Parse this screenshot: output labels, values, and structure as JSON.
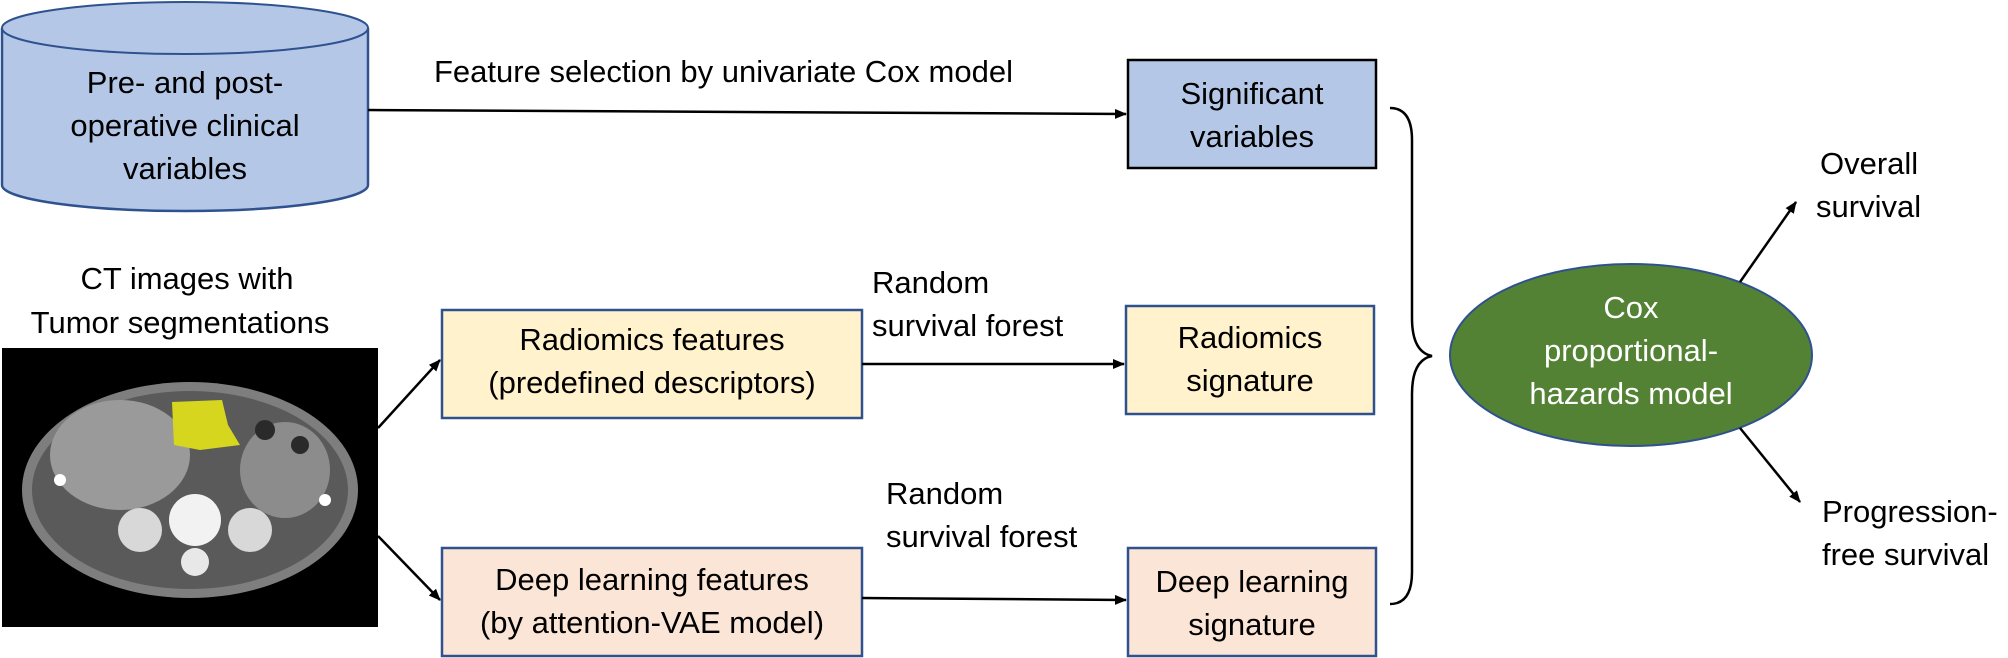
{
  "colors": {
    "blue_fill": "#b4c7e7",
    "blue_stroke": "#2f528f",
    "yellow_fill": "#fff2cc",
    "peach_fill": "#fbe5d6",
    "green_fill": "#548235",
    "ellipse_stroke": "#2f528f",
    "tumor": "#d6d61f"
  },
  "database": {
    "lines": [
      "Pre- and post-",
      "operative clinical",
      "variables"
    ]
  },
  "ct": {
    "caption_lines": [
      "CT images with",
      "Tumor segmentations"
    ]
  },
  "edges": {
    "feature_selection": "Feature selection by univariate Cox model",
    "rsf_top": [
      "Random",
      "survival forest"
    ],
    "rsf_bottom": [
      "Random",
      "survival forest"
    ]
  },
  "boxes": {
    "radiomics_features": [
      "Radiomics features",
      "(predefined descriptors)"
    ],
    "deep_features": [
      "Deep learning features",
      "(by attention-VAE model)"
    ],
    "significant_variables": [
      "Significant",
      "variables"
    ],
    "radiomics_signature": [
      "Radiomics",
      "signature"
    ],
    "deep_signature": [
      "Deep learning",
      "signature"
    ]
  },
  "cox": {
    "lines": [
      "Cox",
      "proportional-",
      "hazards model"
    ]
  },
  "outcomes": {
    "overall": [
      "Overall",
      "survival"
    ],
    "pfs": [
      "Progression-",
      "free survival"
    ]
  }
}
